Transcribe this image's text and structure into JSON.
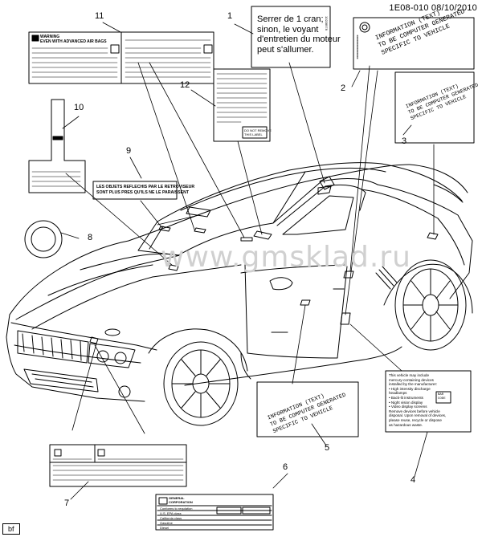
{
  "header": {
    "code": "1E08-010  08/10/2010"
  },
  "watermark": "www.gmsklad.ru",
  "footer": {
    "tag": "bf"
  },
  "callouts": {
    "c1": "1",
    "c2": "2",
    "c3": "3",
    "c4": "4",
    "c5": "5",
    "c6": "6",
    "c7": "7",
    "c8": "8",
    "c9": "9",
    "c10": "10",
    "c11": "11",
    "c12": "12"
  },
  "labels": {
    "french_warning": [
      "Serrer de 1 cran;",
      "sinon, le voyant",
      "d'entretien du moteur",
      "peut s'allumer."
    ],
    "info_generated": [
      "INFORMATION (TEXT)",
      "TO BE COMPUTER GENERATED",
      "SPECIFIC TO VEHICLE"
    ],
    "airbag_title": "WARNING",
    "airbag_sub": "EVEN WITH ADVANCED AIR BAGS",
    "mirror_text": [
      "LES OBJETS REFLECHIS PAR LE RETROVISEUR",
      "SONT PLUS PRES QU'ILS NE LE PARAISSENT"
    ],
    "mercury": [
      "This vehicle may include",
      "mercury-containing devices",
      "installed by the manufacturer:",
      "• High intensity discharge",
      "  headlamps",
      "• Back-lit instruments",
      "• Night vision display",
      "• Video display screens",
      "Remove devices before vehicle",
      "disposal. Upon removal of devices,",
      "please reuse, recycle or dispose",
      "as hazardous waste."
    ],
    "bar_code": [
      "BAR",
      "CODE"
    ],
    "gm_corp": [
      "GENERAL",
      "CORPORATION"
    ],
    "cert_rows": [
      "Conforms to regulation",
      "U.S. EPA  class",
      "California  class",
      "Gasoline",
      "Diesel"
    ],
    "do_not_remove": [
      "DO NOT REMOVE",
      "THIS LABEL"
    ]
  }
}
